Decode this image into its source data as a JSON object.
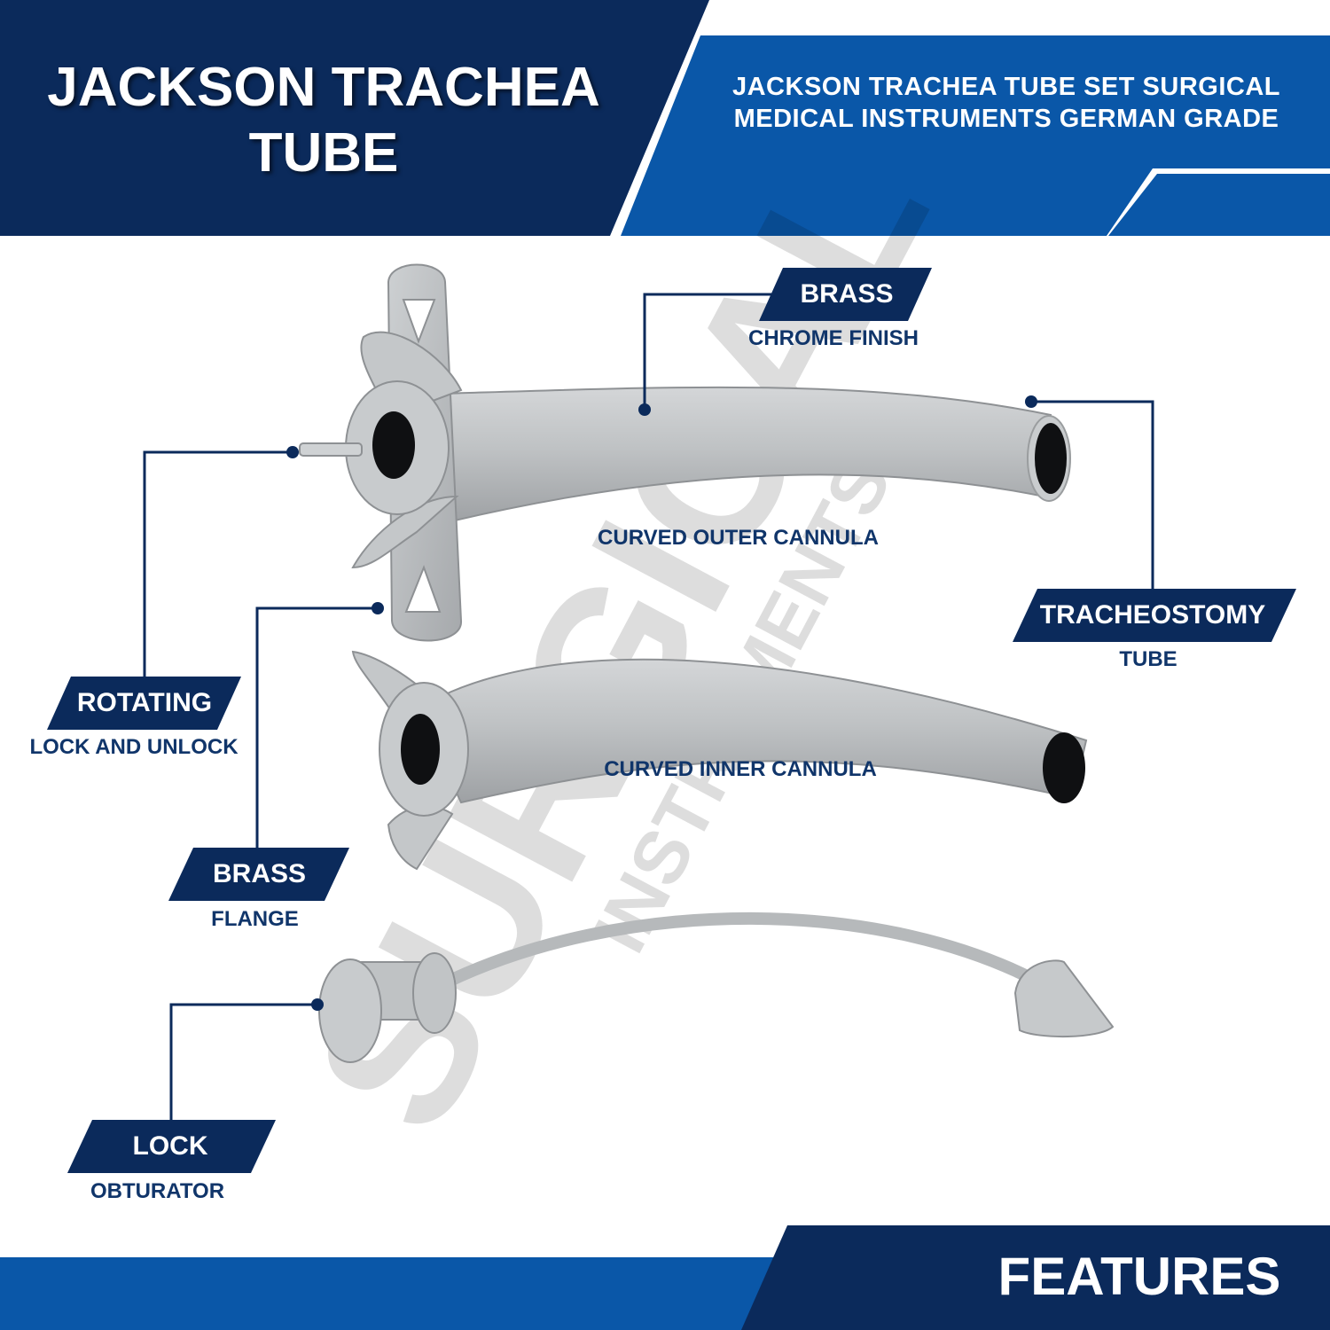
{
  "header": {
    "title": "JACKSON TRACHEA TUBE",
    "subtitle": "JACKSON TRACHEA TUBE SET SURGICAL MEDICAL INSTRUMENTS  GERMAN GRADE"
  },
  "callouts": {
    "brass_chrome": {
      "tag": "BRASS",
      "caption": "CHROME FINISH"
    },
    "tracheostomy": {
      "tag": "TRACHEOSTOMY",
      "caption": "TUBE"
    },
    "rotating": {
      "tag": "ROTATING",
      "caption": "LOCK AND UNLOCK"
    },
    "brass_flange": {
      "tag": "BRASS",
      "caption": "FLANGE"
    },
    "lock": {
      "tag": "LOCK",
      "caption": "OBTURATOR"
    }
  },
  "parts": {
    "outer_cannula": "CURVED OUTER CANNULA",
    "inner_cannula": "CURVED INNER CANNULA"
  },
  "watermark": {
    "main": "SURGICAL",
    "sub": "INSTRUMENTS"
  },
  "footer": {
    "label": "FEATURES"
  },
  "colors": {
    "navy": "#0b2a5b",
    "blue": "#0a57a8",
    "steel": "#b4b7ba",
    "text": "#10356a"
  }
}
